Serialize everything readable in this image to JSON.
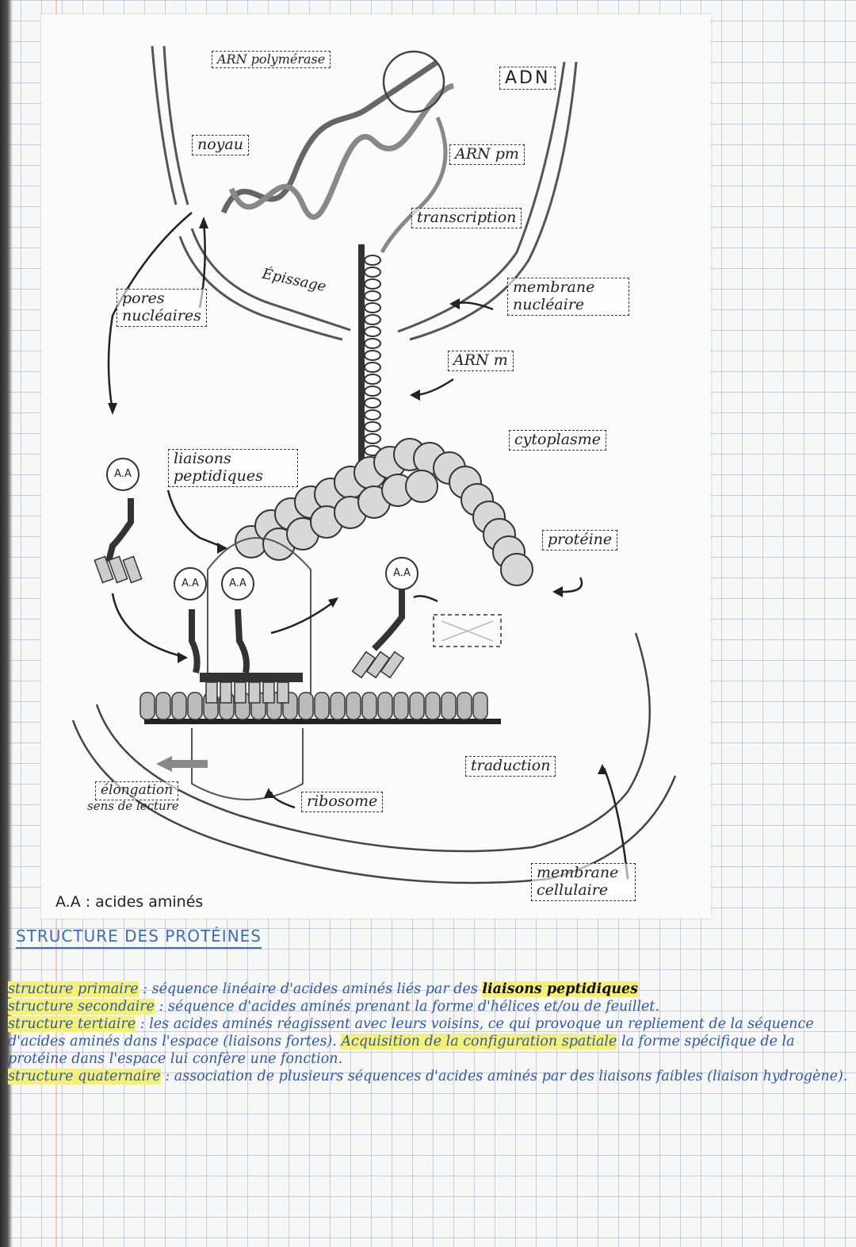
{
  "diagram": {
    "labels": {
      "arn_polymerase": "ARN polymérase",
      "adn": "ADN",
      "noyau": "noyau",
      "arn_pm": "ARN pm",
      "transcription": "transcription",
      "epissage": "Épissage",
      "pores_nucleaires": "pores nucléaires",
      "membrane_nucleaire": "membrane nucléaire",
      "arn_m": "ARN m",
      "cytoplasme": "cytoplasme",
      "liaisons_peptidiques": "liaisons peptidiques",
      "proteine": "protéine",
      "traduction": "traduction",
      "elongation": "élongation",
      "sens_lecture": "sens de lecture",
      "ribosome": "ribosome",
      "membrane_cellulaire": "membrane cellulaire",
      "aa": "A.A"
    },
    "legend": "A.A : acides aminés"
  },
  "section_title": "STRUCTURE DES PROTÉINES",
  "notes": {
    "primaire_label": "structure primaire",
    "primaire_text": " : séquence linéaire d'acides aminés liés par des ",
    "primaire_bold": "liaisons peptidiques",
    "secondaire_label": "structure secondaire",
    "secondaire_text": " : séquence d'acides aminés prenant la forme d'hélices et/ou de feuillet.",
    "tertiaire_label": "structure tertiaire",
    "tertiaire_text": " : les acides aminés réagissent avec leurs voisins, ce qui provoque un repliement de la séquence d'acides aminés dans l'espace (liaisons fortes). ",
    "tertiaire_hl": "Acquisition de la configuration spatiale",
    "tertiaire_text2": " la forme spécifique de la protéine dans l'espace lui confère une fonction.",
    "quaternaire_label": "structure quaternaire",
    "quaternaire_text": " : association de plusieurs séquences d'acides aminés par des liaisons faibles (liaison hydrogène)."
  }
}
